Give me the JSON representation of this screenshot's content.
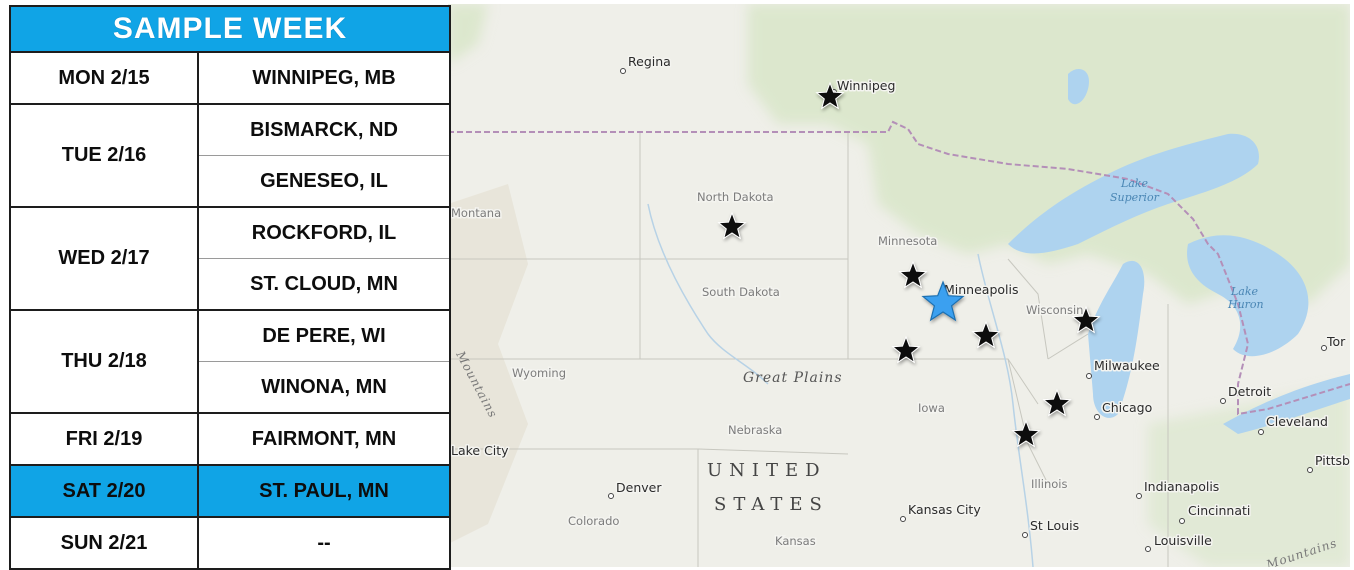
{
  "schedule": {
    "title": "SAMPLE WEEK",
    "days": [
      {
        "day": "MON 2/15",
        "cities": [
          "WINNIPEG, MB"
        ]
      },
      {
        "day": "TUE 2/16",
        "cities": [
          "BISMARCK, ND",
          "GENESEO, IL"
        ]
      },
      {
        "day": "WED 2/17",
        "cities": [
          "ROCKFORD, IL",
          "ST. CLOUD, MN"
        ]
      },
      {
        "day": "THU 2/18",
        "cities": [
          "DE PERE, WI",
          "WINONA, MN"
        ]
      },
      {
        "day": "FRI 2/19",
        "cities": [
          "FAIRMONT, MN"
        ]
      },
      {
        "day": "SAT 2/20",
        "cities": [
          "ST. PAUL, MN"
        ],
        "highlighted": true
      },
      {
        "day": "SUN 2/21",
        "cities": [
          "--"
        ]
      }
    ],
    "highlight_color": "#10a4e6"
  },
  "map": {
    "cities": [
      {
        "name": "Regina"
      },
      {
        "name": "Winnipeg"
      },
      {
        "name": "Minneapolis"
      },
      {
        "name": "Milwaukee"
      },
      {
        "name": "Chicago"
      },
      {
        "name": "Detroit"
      },
      {
        "name": "Cleveland"
      },
      {
        "name": "Denver"
      },
      {
        "name": "Kansas City"
      },
      {
        "name": "St Louis"
      },
      {
        "name": "Indianapolis"
      },
      {
        "name": "Cincinnati"
      },
      {
        "name": "Louisville"
      },
      {
        "name": "Lake City"
      },
      {
        "name": "Tor"
      },
      {
        "name": "Pittsb"
      }
    ],
    "regions": {
      "north_dakota": "North Dakota",
      "south_dakota": "South Dakota",
      "minnesota": "Minnesota",
      "wisconsin": "Wisconsin",
      "montana": "Montana",
      "wyoming": "Wyoming",
      "nebraska": "Nebraska",
      "iowa": "Iowa",
      "illinois": "Illinois",
      "colorado": "Colorado",
      "kansas": "Kansas"
    },
    "water": {
      "lake_superior": [
        "Lake",
        "Superior"
      ],
      "lake_huron": [
        "Lake",
        "Huron"
      ]
    },
    "country": [
      "UNITED",
      "STATES"
    ],
    "great_plains": "Great Plains",
    "mountains": [
      "Mountains",
      "Mountains"
    ],
    "star_markers": [
      {
        "city": "Winnipeg, MB"
      },
      {
        "city": "Bismarck, ND"
      },
      {
        "city": "St. Cloud, MN"
      },
      {
        "city": "Fairmont, MN"
      },
      {
        "city": "Winona, MN"
      },
      {
        "city": "De Pere, WI"
      },
      {
        "city": "Rockford, IL"
      },
      {
        "city": "Geneseo, IL"
      }
    ],
    "featured_marker": {
      "city": "St. Paul, MN",
      "color": "#3aa0f0"
    },
    "colors": {
      "land": "#eeeee8",
      "forest": "#dde8cf",
      "water": "#aed2ee",
      "border": "#b48fb8"
    }
  }
}
